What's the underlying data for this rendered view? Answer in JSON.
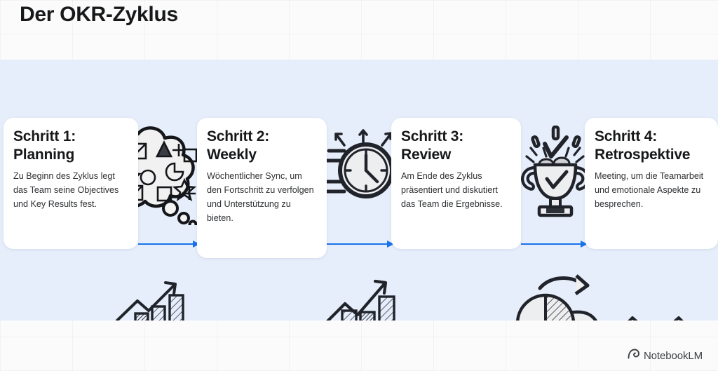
{
  "page": {
    "title": "Der OKR-Zyklus",
    "background_color": "#fbfbfb",
    "panel_color": "#e6eefb",
    "accent_color": "#1a73e8",
    "card_color": "#ffffff",
    "heading_color": "#17181a",
    "body_color": "#2e3033"
  },
  "steps": [
    {
      "id": "step-1",
      "heading": "Schritt 1:\nPlanning",
      "body": "Zu Beginn des Zyklus legt das Team seine Objectives und Key Results fest."
    },
    {
      "id": "step-2",
      "heading": "Schritt 2:\nWeekly",
      "body": "Wöchentlicher Sync, um den Fortschritt zu verfolgen und Unterstützung zu bieten."
    },
    {
      "id": "step-3",
      "heading": "Schritt 3:\nReview",
      "body": "Am Ende des Zyklus präsentiert und diskutiert das Team die Ergebnisse."
    },
    {
      "id": "step-4",
      "heading": "Schritt 4:\nRetrospektive",
      "body": "Meeting, um die Teamarbeit und emotionale Aspekte zu besprechen."
    }
  ],
  "connectors": [
    {
      "id": "connector-1-2",
      "from": "step-1",
      "to": "step-2"
    },
    {
      "id": "connector-2-3",
      "from": "step-2",
      "to": "step-3"
    },
    {
      "id": "connector-3-4",
      "from": "step-3",
      "to": "step-4"
    }
  ],
  "illustrations": [
    {
      "id": "thought-cloud-icon",
      "name": "thought-cloud-with-shapes"
    },
    {
      "id": "flying-clock-icon",
      "name": "flying-clock"
    },
    {
      "id": "trophy-icon",
      "name": "trophy-with-checkmark"
    },
    {
      "id": "growth-chart-icon-1",
      "name": "growth-bar-chart"
    },
    {
      "id": "growth-chart-icon-2",
      "name": "growth-bar-chart"
    },
    {
      "id": "pie-speech-icon",
      "name": "pie-chart-speech-bubble"
    },
    {
      "id": "handshake-icon",
      "name": "handshake"
    }
  ],
  "watermark": {
    "label": "NotebookLM",
    "icon": "notebooklm-spiral-icon"
  }
}
